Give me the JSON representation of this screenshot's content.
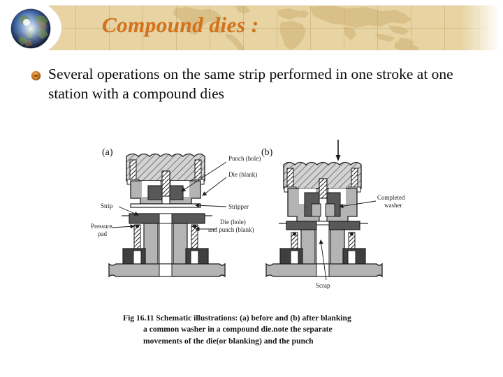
{
  "slide": {
    "title": "Compound dies :",
    "title_color": "#d4711c",
    "banner_color": "#e7d4a2",
    "background_color": "#ffffff"
  },
  "logo": {
    "icon": "globe-earth-icon",
    "alt": "Earth globe"
  },
  "body": {
    "bullet_icon": "compass-bullet-icon",
    "bullet_color": "#c8751d",
    "text": "Several  operations on the same strip performed in one stroke at one station with a compound dies"
  },
  "figure": {
    "panel_a_letter": "(a)",
    "panel_b_letter": "(b)",
    "labels": {
      "punch_hole": "Punch (hole)",
      "die_blank": "Die (blank)",
      "strip": "Strip",
      "stripper": "Stripper",
      "pressure_pad_line1": "Pressure",
      "pressure_pad_line2": "pad",
      "die_hole_line1": "Die (hole)",
      "die_hole_line2": "and punch (blank)",
      "completed_washer_line1": "Completed",
      "completed_washer_line2": "washer",
      "scrap": "Scrap"
    },
    "caption_line_1": "Fig 16.11 Schematic illustrations: (a) before and (b) after blanking",
    "caption_line_2": "a common washer in a compound die.note the separate",
    "caption_line_3": "movements of the die(or blanking) and the punch"
  }
}
